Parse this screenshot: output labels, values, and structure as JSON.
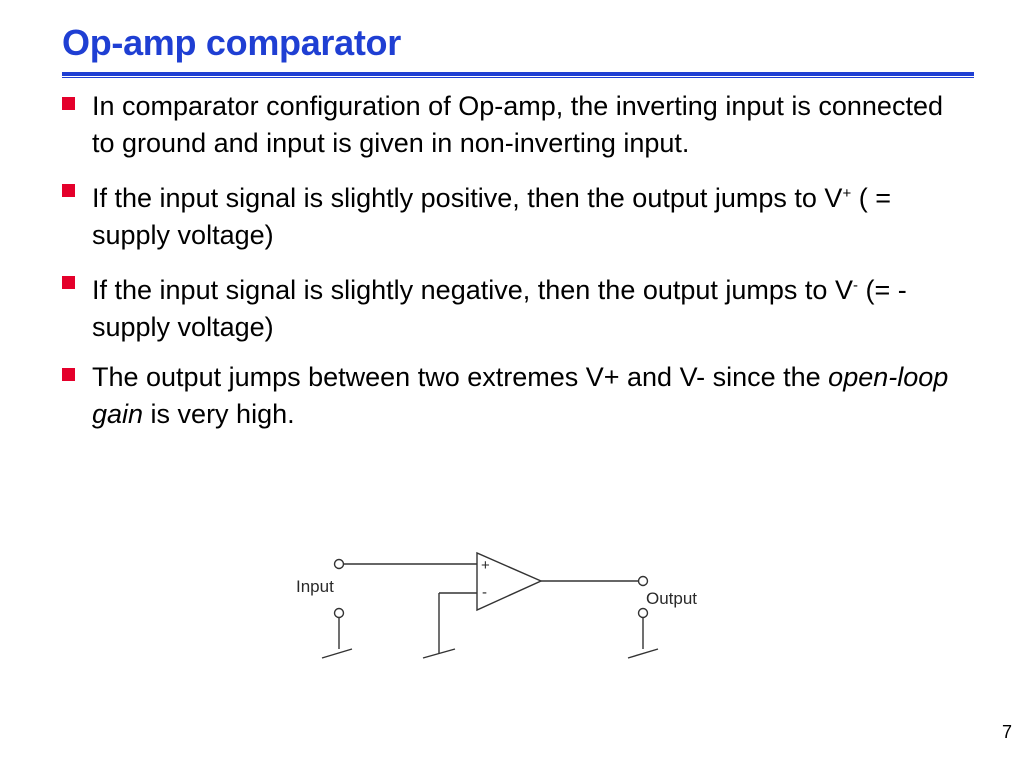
{
  "slide": {
    "title": "Op-amp comparator",
    "page_number": "7"
  },
  "bullets": {
    "b1": {
      "text": "In comparator configuration of Op-amp, the inverting input is connected to ground and input is given in non-inverting input."
    },
    "b2": {
      "before": "If the input signal is slightly positive, then the output jumps to V",
      "sup": "+",
      "after": " ( = supply voltage)"
    },
    "b3": {
      "before": "If the input signal is slightly negative, then the output jumps to V",
      "sup": "-",
      "after": " (= - supply voltage)"
    },
    "b4": {
      "before": "The output jumps between two extremes V+ and V- since the ",
      "emphasis": "open-loop gain",
      "after": " is very high."
    }
  },
  "circuit": {
    "input_label": "Input",
    "output_label": "Output",
    "plus_sign": "+",
    "minus_sign": "-"
  },
  "colors": {
    "title": "#1f3fd3",
    "bullet": "#e4002b"
  }
}
